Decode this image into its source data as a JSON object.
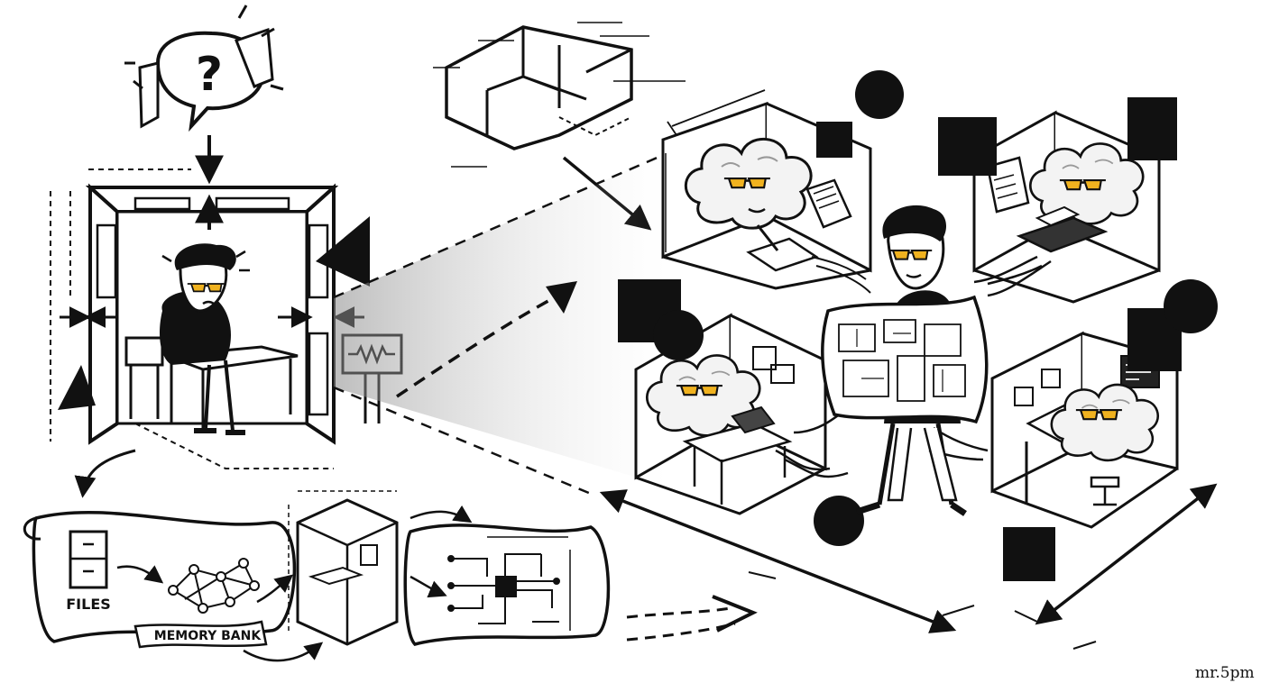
{
  "question_mark": "?",
  "labels": {
    "files": "FILES",
    "memory_bank": "MEMORY BANK",
    "signature": "mr.5pm"
  },
  "colors": {
    "ink": "#111111",
    "sunglasses": "#f0b21f",
    "paper": "#ffffff"
  },
  "icons": [
    "speech-bubble-icon",
    "filing-cabinet-icon",
    "network-graph-icon",
    "resistor-sign-icon",
    "circuit-board-icon",
    "typewriter-icon",
    "blueprint-icon"
  ]
}
